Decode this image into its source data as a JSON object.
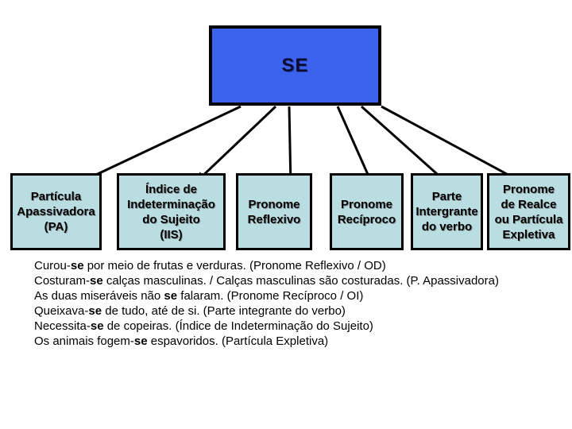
{
  "title": "SE",
  "colors": {
    "background": "#ffffff",
    "root_fill": "#3b63ee",
    "root_border": "#000000",
    "root_text": "#0c0c30",
    "node_fill": "#b9dde1",
    "node_border": "#000000",
    "node_text": "#000000",
    "arrow": "#000000"
  },
  "nodes": [
    {
      "label": "Partícula\nApassivadora\n(PA)"
    },
    {
      "label": "Índice de\nIndeterminação\ndo Sujeito\n(IIS)"
    },
    {
      "label": "Pronome\nReflexivo"
    },
    {
      "label": "Pronome\nRecíproco"
    },
    {
      "label": "Parte\nIntergrante\ndo verbo"
    },
    {
      "label": "Pronome\nde Realce\nou Partícula\nExpletiva"
    }
  ],
  "examples": [
    {
      "pre": "Curou-",
      "se": "se",
      "post": " por meio de frutas e verduras. (Pronome Reflexivo / OD)"
    },
    {
      "pre": "Costuram-",
      "se": "se",
      "post": " calças masculinas. / Calças masculinas são costuradas. (P. Apassivadora)"
    },
    {
      "pre": "As duas miseráveis não ",
      "se": "se",
      "post": " falaram. (Pronome Recíproco / OI)"
    },
    {
      "pre": "Queixava-",
      "se": "se",
      "post": " de tudo, até de si. (Parte integrante do verbo)"
    },
    {
      "pre": "Necessita-",
      "se": "se",
      "post": " de copeiras. (Índice de Indeterminação do Sujeito)"
    },
    {
      "pre": "Os animais fogem-",
      "se": "se",
      "post": " espavoridos. (Partícula Expletiva)"
    }
  ]
}
